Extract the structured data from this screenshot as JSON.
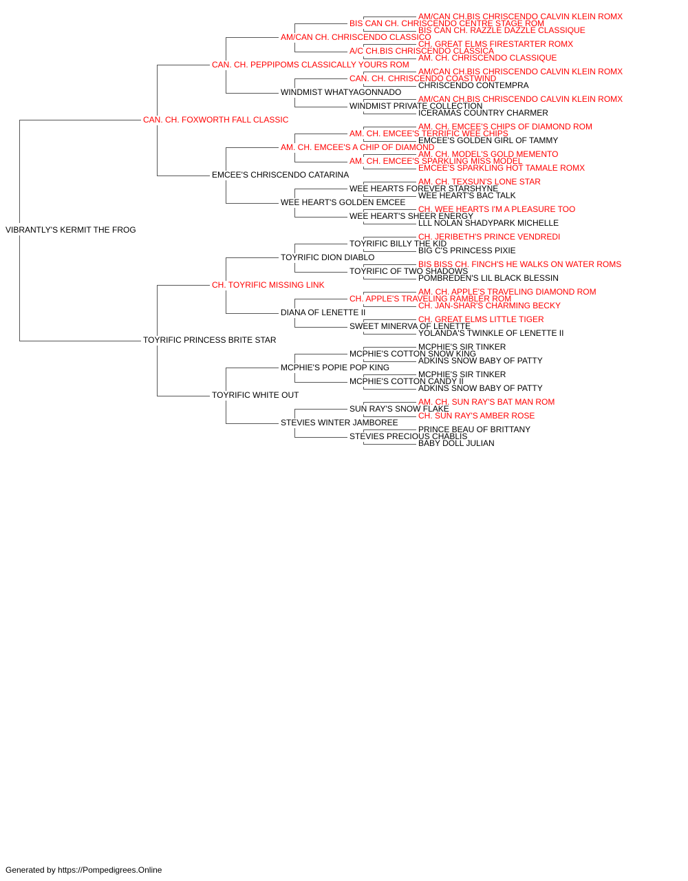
{
  "colors": {
    "champion": "#ff0000",
    "normal": "#000000",
    "line": "#555555"
  },
  "pedigree": {
    "name": "VIBRANTLY'S KERMIT THE FROG",
    "champion": false,
    "sire": {
      "name": "CAN. CH. FOXWORTH FALL CLASSIC",
      "champion": true,
      "sire": {
        "name": "CAN. CH. PEPPIPOMS CLASSICALLY YOURS ROM",
        "champion": true,
        "sire": {
          "name": "AM/CAN CH. CHRISCENDO CLASSICO",
          "champion": true,
          "sire": {
            "name": "BIS CAN CH. CHRISCENDO CENTRE STAGE ROM",
            "champion": true,
            "sire": {
              "name": "AM/CAN CH.BIS CHRISCENDO CALVIN KLEIN ROMX",
              "champion": true
            },
            "dam": {
              "name": "BIS CAN CH. RAZZLE DAZZLE CLASSIQUE",
              "champion": true
            }
          },
          "dam": {
            "name": "A/C CH.BIS CHRISCENDO CLASSICA",
            "champion": true,
            "sire": {
              "name": "CH. GREAT ELMS FIRESTARTER ROMX",
              "champion": true
            },
            "dam": {
              "name": "AM. CH. CHRISCENDO CLASSIQUE",
              "champion": true
            }
          }
        },
        "dam": {
          "name": "WINDMIST WHATYAGONNADO",
          "champion": false,
          "sire": {
            "name": "CAN. CH. CHRISCENDO COASTWIND",
            "champion": true,
            "sire": {
              "name": "AM/CAN CH.BIS CHRISCENDO CALVIN KLEIN ROMX",
              "champion": true
            },
            "dam": {
              "name": "CHRISCENDO CONTEMPRA",
              "champion": false
            }
          },
          "dam": {
            "name": "WINDMIST PRIVATE COLLECTION",
            "champion": false,
            "sire": {
              "name": "AM/CAN CH.BIS CHRISCENDO CALVIN KLEIN ROMX",
              "champion": true
            },
            "dam": {
              "name": "ICERAMAS COUNTRY CHARMER",
              "champion": false
            }
          }
        }
      },
      "dam": {
        "name": "EMCEE'S CHRISCENDO CATARINA",
        "champion": false,
        "sire": {
          "name": "AM. CH. EMCEE'S A CHIP OF DIAMOND",
          "champion": true,
          "sire": {
            "name": "AM. CH. EMCEE'S TERRIFIC WEE CHIPS",
            "champion": true,
            "sire": {
              "name": "AM. CH. EMCEE'S CHIPS OF DIAMOND ROM",
              "champion": true
            },
            "dam": {
              "name": "EMCEE'S GOLDEN GIRL OF TAMMY",
              "champion": false
            }
          },
          "dam": {
            "name": "AM. CH. EMCEE'S SPARKLING MISS MODEL",
            "champion": true,
            "sire": {
              "name": "AM. CH. MODEL'S GOLD MEMENTO",
              "champion": true
            },
            "dam": {
              "name": "EMCEE'S SPARKLING HOT TAMALE ROMX",
              "champion": true
            }
          }
        },
        "dam": {
          "name": "WEE HEART'S GOLDEN EMCEE",
          "champion": false,
          "sire": {
            "name": "WEE HEARTS FOREVER STARSHYNE",
            "champion": false,
            "sire": {
              "name": "AM. CH. TEXSUN'S LONE STAR",
              "champion": true
            },
            "dam": {
              "name": "WEE HEART'S BAC TALK",
              "champion": false
            }
          },
          "dam": {
            "name": "WEE HEART'S SHEER ENERGY",
            "champion": false,
            "sire": {
              "name": "CH. WEE HEARTS I'M A PLEASURE TOO",
              "champion": true
            },
            "dam": {
              "name": "LLL NOLAN SHADYPARK MICHELLE",
              "champion": false
            }
          }
        }
      }
    },
    "dam": {
      "name": "TOYRIFIC PRINCESS BRITE STAR",
      "champion": false,
      "sire": {
        "name": "CH. TOYRIFIC MISSING LINK",
        "champion": true,
        "sire": {
          "name": "TOYRIFIC DION DIABLO",
          "champion": false,
          "sire": {
            "name": "TOYRIFIC BILLY THE KID",
            "champion": false,
            "sire": {
              "name": "CH. JERIBETH'S PRINCE VENDREDI",
              "champion": true
            },
            "dam": {
              "name": "BIG C'S PRINCESS PIXIE",
              "champion": false
            }
          },
          "dam": {
            "name": "TOYRIFIC OF TWO SHADOWS",
            "champion": false,
            "sire": {
              "name": "BIS BISS CH. FINCH'S HE WALKS ON WATER ROMS",
              "champion": true
            },
            "dam": {
              "name": "POMBREDEN'S LIL BLACK BLESSIN",
              "champion": false
            }
          }
        },
        "dam": {
          "name": "DIANA OF LENETTE II",
          "champion": false,
          "sire": {
            "name": "CH. APPLE'S TRAVELING RAMBLER ROM",
            "champion": true,
            "sire": {
              "name": "AM. CH. APPLE'S TRAVELING DIAMOND ROM",
              "champion": true
            },
            "dam": {
              "name": "CH. JAN-SHAR'S CHARMING BECKY",
              "champion": true
            }
          },
          "dam": {
            "name": "SWEET MINERVA OF LENETTE",
            "champion": false,
            "sire": {
              "name": "CH. GREAT ELMS LITTLE TIGER",
              "champion": true
            },
            "dam": {
              "name": "YOLANDA'S TWINKLE OF LENETTE II",
              "champion": false
            }
          }
        }
      },
      "dam": {
        "name": "TOYRIFIC WHITE OUT",
        "champion": false,
        "sire": {
          "name": "MCPHIE'S POPIE POP KING",
          "champion": false,
          "sire": {
            "name": "MCPHIE'S COTTON SNOW KING",
            "champion": false,
            "sire": {
              "name": "MCPHIE'S SIR TINKER",
              "champion": false
            },
            "dam": {
              "name": "ADKINS SNOW BABY OF PATTY",
              "champion": false
            }
          },
          "dam": {
            "name": "MCPHIE'S COTTON CANDY II",
            "champion": false,
            "sire": {
              "name": "MCPHIE'S SIR TINKER",
              "champion": false
            },
            "dam": {
              "name": "ADKINS SNOW BABY OF PATTY",
              "champion": false
            }
          }
        },
        "dam": {
          "name": "STEVIES WINTER JAMBOREE",
          "champion": false,
          "sire": {
            "name": "SUN RAY'S SNOW FLAKE",
            "champion": false,
            "sire": {
              "name": "AM. CH. SUN RAY'S BAT MAN ROM",
              "champion": true
            },
            "dam": {
              "name": "CH. SUN RAY'S AMBER ROSE",
              "champion": true
            }
          },
          "dam": {
            "name": "STEVIES PRECIOUS CHABLIS",
            "champion": false,
            "sire": {
              "name": "PRINCE BEAU OF BRITTANY",
              "champion": false
            },
            "dam": {
              "name": "BABY DOLL JULIAN",
              "champion": false
            }
          }
        }
      }
    }
  },
  "footer": "Generated by https://Pompedigrees.Online"
}
